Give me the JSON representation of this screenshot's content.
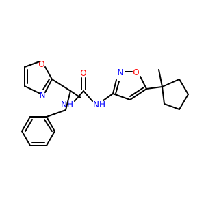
{
  "molecule": {
    "atoms": {
      "oxazole_N": "N",
      "oxazole_O": "O",
      "urea_NH_left": "NH",
      "urea_O": "O",
      "urea_NH_right": "NH",
      "isoxazole_N": "N",
      "isoxazole_O": "O"
    },
    "substituents": {
      "methyl": "methyl"
    },
    "colors": {
      "nitrogen": "#0000ff",
      "oxygen": "#ff0000",
      "bond": "#000000"
    }
  }
}
